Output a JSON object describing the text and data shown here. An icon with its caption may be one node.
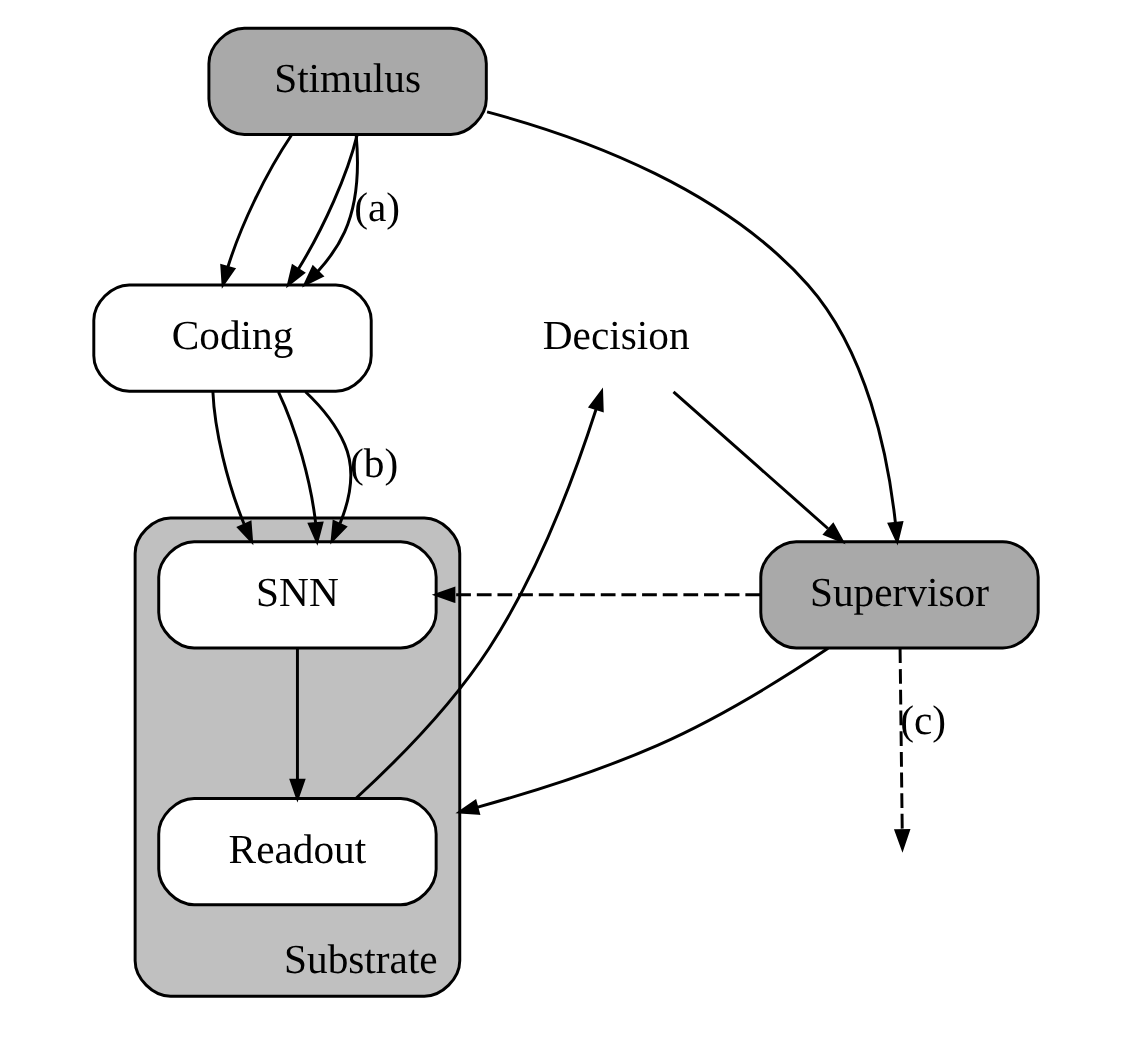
{
  "diagram": {
    "nodes": [
      {
        "text": [
          "Stimulus"
        ]
      },
      {
        "text": [
          "Coding"
        ]
      },
      {
        "text": [
          "Substrate"
        ]
      },
      {
        "text": [
          "SNN"
        ],
        "in": 2
      },
      {
        "text": [
          "Readout"
        ],
        "in": 2
      },
      {
        "text": [
          "Decision"
        ]
      },
      {
        "text": [
          "Supervisor"
        ]
      }
    ],
    "edges": [
      {
        "from": 0,
        "to": 1,
        "arrow": "to"
      },
      {
        "from": 0,
        "to": 1,
        "arrow": "to"
      },
      {
        "from": 0,
        "to": 1,
        "arrow": "to",
        "label": "(a)"
      },
      {
        "from": 1,
        "to": 3,
        "arrow": "to"
      },
      {
        "from": 1,
        "to": 3,
        "arrow": "to"
      },
      {
        "from": 1,
        "to": 3,
        "arrow": "to",
        "label": "(b)"
      },
      {
        "from": 0,
        "to": 6,
        "arrow": "to"
      },
      {
        "from": 6,
        "to": null,
        "arrow": "to",
        "style": "dashed",
        "label": "(c)"
      },
      {
        "from": 6,
        "to": 3,
        "arrow": "to",
        "style": "dashed"
      },
      {
        "from": 6,
        "to": 2,
        "arrow": "to"
      },
      {
        "from": 3,
        "to": 4,
        "arrow": "to"
      },
      {
        "from": 4,
        "to": 5,
        "arrow": "to"
      },
      {
        "from": 5,
        "to": 6,
        "arrow": "to"
      }
    ]
  }
}
